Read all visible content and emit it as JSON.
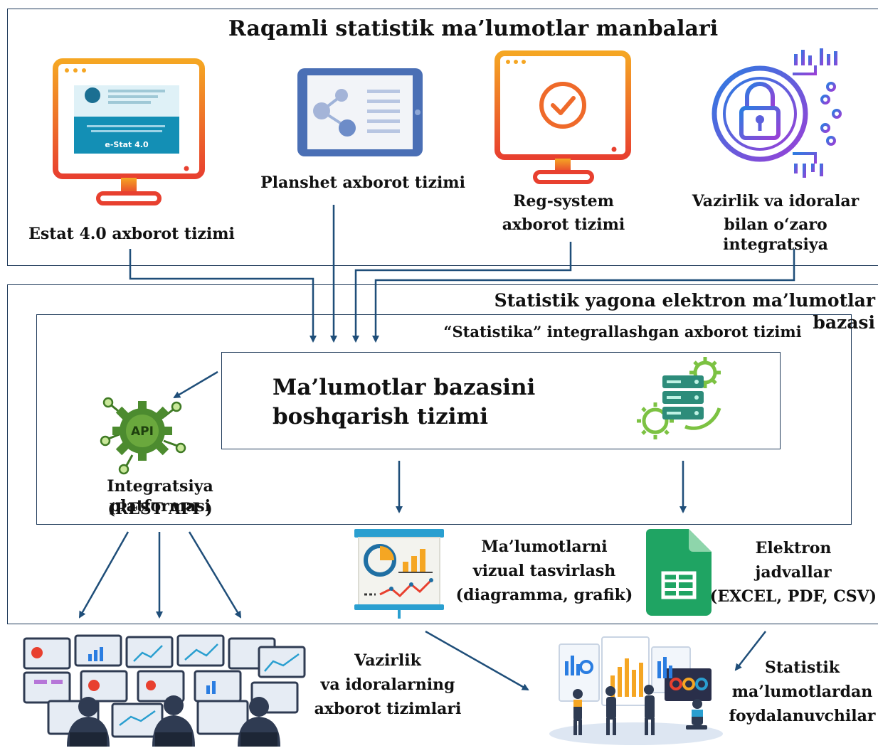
{
  "sources": {
    "title": "Raqamli statistik ma’lumotlar manbalari",
    "estat": {
      "label": "Estat 4.0 axborot tizimi",
      "screen_text": "e-Stat 4.0"
    },
    "planshet": {
      "label": "Planshet axborot tizimi"
    },
    "regsystem": {
      "label_line1": "Reg-system",
      "label_line2": "axborot tizimi"
    },
    "vazirlik": {
      "label_line1": "Vazirlik va idoralar",
      "label_line2": "bilan o‘zaro integratsiya"
    }
  },
  "database": {
    "title": "Statistik yagona elektron ma’lumotlar bazasi",
    "system_title": "“Statistika” integrallashgan axborot tizimi",
    "dbms_line1": "Ma’lumotlar bazasini",
    "dbms_line2": "boshqarish tizimi",
    "api_icon_text": "API",
    "api_line1": "Integratsiya platformasi",
    "api_line2": "(REST API )"
  },
  "outputs": {
    "visual_line1": "Ma’lumotlarni",
    "visual_line2": "vizual tasvirlash",
    "visual_line3": "(diagramma, grafik)",
    "sheets_line1": "Elektron",
    "sheets_line2": "jadvallar",
    "sheets_line3": "(EXCEL, PDF, CSV)"
  },
  "consumers": {
    "ministries_line1": "Vazirlik",
    "ministries_line2": "va idoralarning",
    "ministries_line3": "axborot tizimlari",
    "users_line1": "Statistik",
    "users_line2": "ma’lumotlardan",
    "users_line3": "foydalanuvchilar"
  },
  "colors": {
    "frame": "#1f3a5a",
    "arrow": "#1f4e79",
    "gradient_orange": "#f5a623",
    "gradient_red": "#e8402f",
    "tablet_blue": "#4a6fb5",
    "lock_blue": "#2a7de1",
    "lock_purple": "#9b3fd6",
    "api_green": "#4c8b2f",
    "sheets_green": "#1fa463"
  }
}
